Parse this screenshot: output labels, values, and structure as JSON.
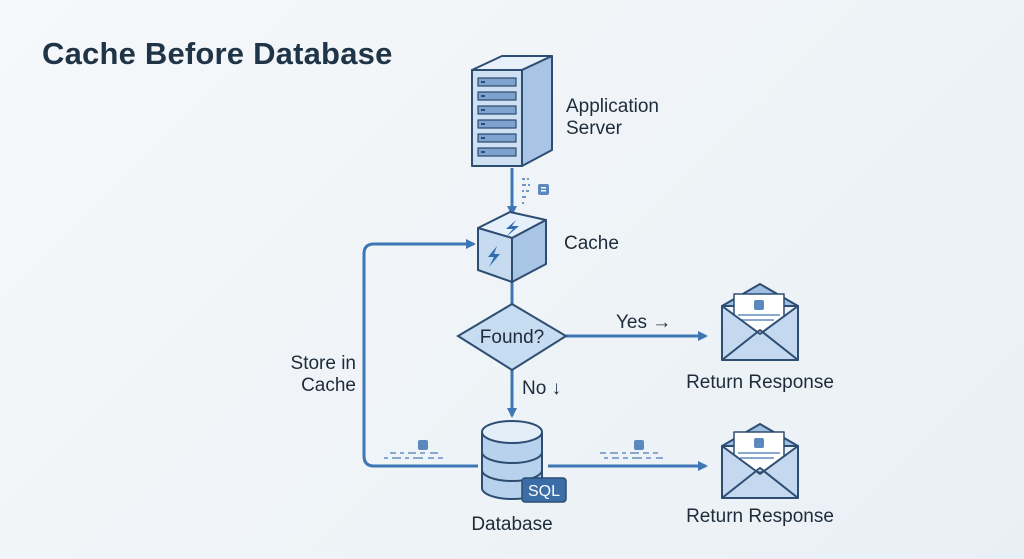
{
  "title": "Cache Before Database",
  "nodes": {
    "app_server": {
      "line1": "Application",
      "line2": "Server"
    },
    "cache": "Cache",
    "decision": "Found?",
    "database": "Database",
    "sql_badge": "SQL",
    "response_top": "Return Response",
    "response_bottom": "Return Response"
  },
  "edges": {
    "yes": "Yes →",
    "no": "No ↓",
    "store_line1": "Store in",
    "store_line2": "Cache"
  },
  "colors": {
    "line": "#3d77b5",
    "fill_light": "#dce9f6",
    "fill_mid": "#b8d1ec",
    "stroke_dark": "#2d4d72"
  }
}
